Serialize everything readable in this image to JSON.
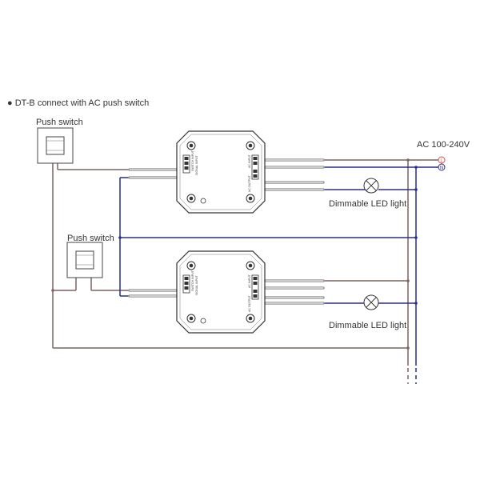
{
  "diagram": {
    "title": "● DT-B connect with AC push switch",
    "push_switch_top": "Push switch",
    "push_switch_bottom": "Push switch",
    "ac_supply": "AC 100-240V",
    "terminal_l": "L",
    "terminal_n": "N",
    "led_light_top": "Dimmable LED light",
    "led_light_bottom": "Dimmable LED light",
    "module_labels": {
      "switch_input": "SWITCH INPUT",
      "signal_input": "SIGNAL INPUT",
      "ac_input": "AC INPUT",
      "ac_output": "AC OUTPUT"
    }
  },
  "colors": {
    "blue_wire": "#2b2e8c",
    "brown_wire": "#7a6560",
    "live_terminal": "#d9534f",
    "outline": "#333333"
  }
}
